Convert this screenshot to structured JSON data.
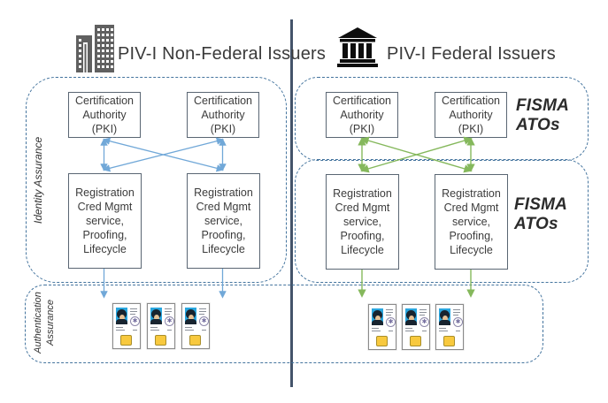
{
  "header": {
    "left": {
      "title": "PIV-I Non-Federal Issuers"
    },
    "right": {
      "title": "PIV-I Federal Issuers"
    }
  },
  "regions": {
    "identity": {
      "label": "Identity Assurance"
    },
    "authentication": {
      "label_line1": "Authentication",
      "label_line2": "Assurance"
    },
    "fisma_upper": {
      "line1": "FISMA",
      "line2": "ATOs"
    },
    "fisma_lower": {
      "line1": "FISMA",
      "line2": "ATOs"
    }
  },
  "boxes": {
    "certification_authority": {
      "lines": [
        "Certification",
        "Authority",
        "(PKI)"
      ]
    },
    "registration": {
      "lines": [
        "Registration",
        "Cred Mgmt",
        "service,",
        "Proofing,",
        "Lifecycle"
      ]
    }
  },
  "cards": {
    "count_left": 3,
    "count_right": 3
  },
  "colors": {
    "blue_arrow": "#71a8d8",
    "green_arrow": "#85b85c",
    "dashed_region_border": "#44749e",
    "divider": "#44546a",
    "box_border": "#5a6673",
    "building_icon": "#606060",
    "bank_icon": "#0d0d0d",
    "card_photo_blue": "#2aa7df",
    "card_chip_gold": "#f8c93e"
  }
}
